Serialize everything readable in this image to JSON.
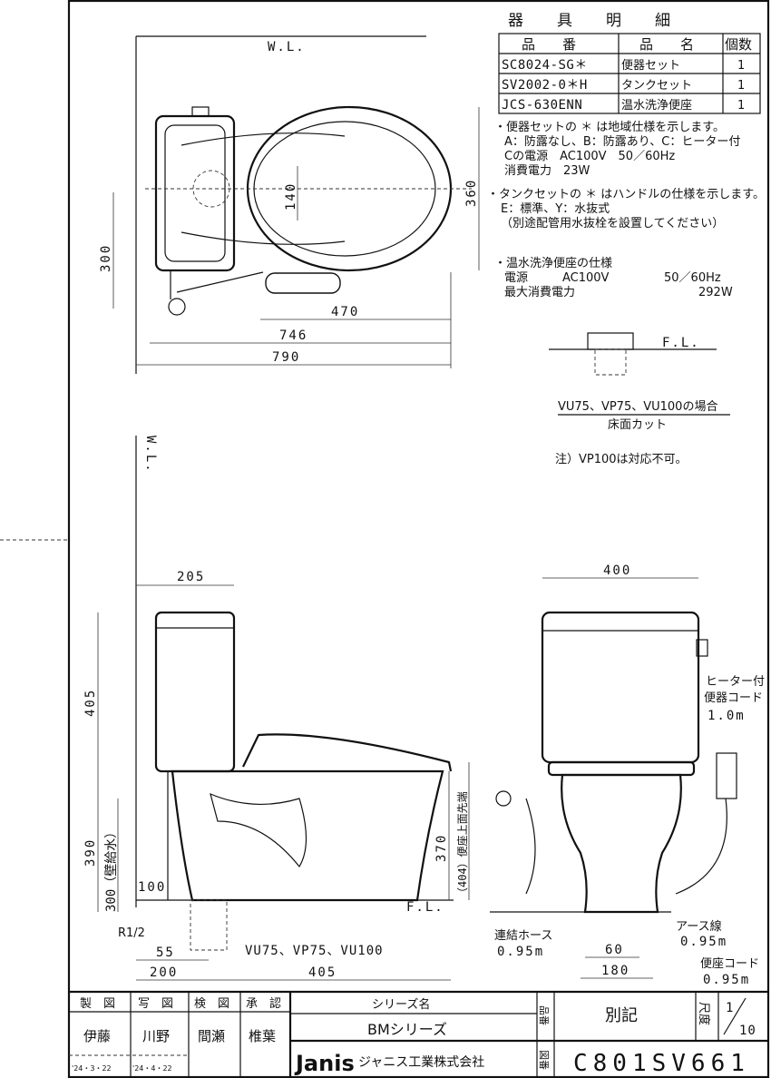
{
  "parts_table": {
    "title": "器　具　明　細",
    "headers": [
      "品　　番",
      "品　　名",
      "個数"
    ],
    "rows": [
      [
        "SC8024-SG＊",
        "便器セット",
        "1"
      ],
      [
        "SV2002-0＊H",
        "タンクセット",
        "1"
      ],
      [
        "JCS-630ENN",
        "温水洗浄便座",
        "1"
      ]
    ]
  },
  "notes": {
    "bowl_1": "・便器セットの ＊ は地域仕様を示します。",
    "bowl_2": "A：防露なし、B：防露あり、C：ヒーター付",
    "bowl_3": "Cの電源　AC100V　50／60Hz",
    "bowl_4": "消費電力　23W",
    "tank_1": "・タンクセットの ＊ はハンドルの仕様を示します。",
    "tank_2": "E：標準、Y：水抜式",
    "tank_3": "（別途配管用水抜栓を設置してください）",
    "seat_1": "・温水洗浄便座の仕様",
    "seat_2a": "電源",
    "seat_2b": "AC100V",
    "seat_2c": "50／60Hz",
    "seat_3a": "最大消費電力",
    "seat_3b": "292W"
  },
  "floor_detail": {
    "fl": "F.L.",
    "caption": "VU75、VP75、VU100の場合",
    "sub": "床面カット",
    "note": "注）VP100は対応不可。"
  },
  "top_view": {
    "wl": "W.L.",
    "dims": {
      "d300": "300",
      "d360": "360",
      "d140": "140",
      "d470": "470",
      "d746": "746",
      "d790": "790"
    }
  },
  "side_view": {
    "wl": "W.L.",
    "fl": "F.L.",
    "dims": {
      "d205": "205",
      "d405v": "405",
      "d390": "390",
      "d300": "300（壁給水）",
      "d370": "370",
      "d404": "（404）便座上面先端",
      "d100": "100",
      "d55": "55",
      "d200": "200",
      "d405h": "405"
    },
    "r": "R1/2",
    "pipes": "VU75、VP75、VU100"
  },
  "front_view": {
    "dims": {
      "d400": "400",
      "d60": "60",
      "d180": "180"
    },
    "heater_1": "ヒーター付",
    "heater_2": "便器コード",
    "heater_3": "1.0m",
    "hose_1": "連結ホース",
    "hose_2": "0.95m",
    "earth_1": "アース線",
    "earth_2": "0.95m",
    "seat_1": "便座コード",
    "seat_2": "0.95m"
  },
  "title_block": {
    "roles": [
      "製　図",
      "写　図",
      "検　図",
      "承　認"
    ],
    "names": [
      "伊藤",
      "川野",
      "間瀬",
      "椎葉"
    ],
    "dates": [
      "'24・3・22",
      "'24・4・22"
    ],
    "series_label": "シリーズ名",
    "series": "BMシリーズ",
    "logo": "Janis",
    "company": "ジャニス工業株式会社",
    "hinban_label": "品番",
    "hinban": "別記",
    "zuban_label": "図番",
    "zuban": "C801SV661",
    "scale_label": "尺度",
    "scale_num": "1",
    "scale_den": "10"
  }
}
